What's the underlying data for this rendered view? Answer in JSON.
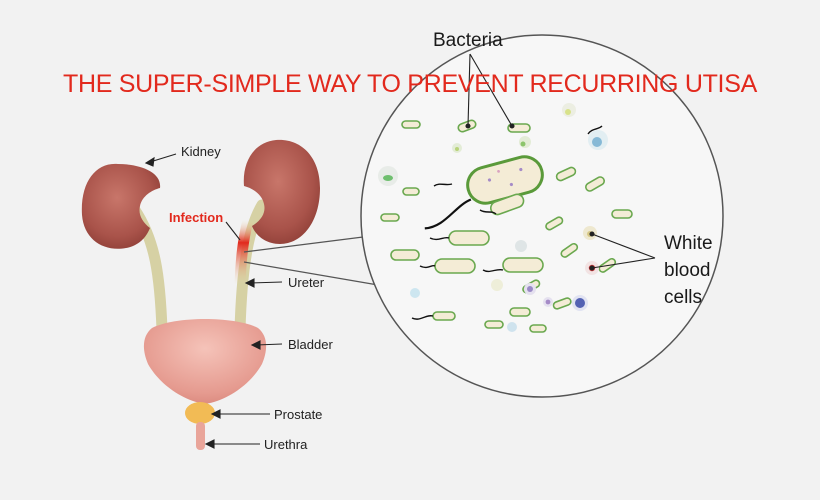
{
  "headline": "THE SUPER-SIMPLE WAY TO PREVENT RECURRING UTISA",
  "labels": {
    "kidney": "Kidney",
    "infection": "Infection",
    "ureter": "Ureter",
    "bladder": "Bladder",
    "prostate": "Prostate",
    "urethra": "Urethra",
    "bacteria": "Bacteria",
    "white_blood_cells": [
      "White",
      "blood",
      "cells"
    ]
  },
  "colors": {
    "background": "#f2f2f2",
    "headline": "#e2291d",
    "infection": "#e2291d",
    "kidney": "#b0574c",
    "ureter": "#d6d1a4",
    "bladder": "#e9a59a",
    "prostate": "#f2bb55",
    "bacteria_outline": "#5a9a3a",
    "bacteria_fill": "#f4ecd6"
  }
}
